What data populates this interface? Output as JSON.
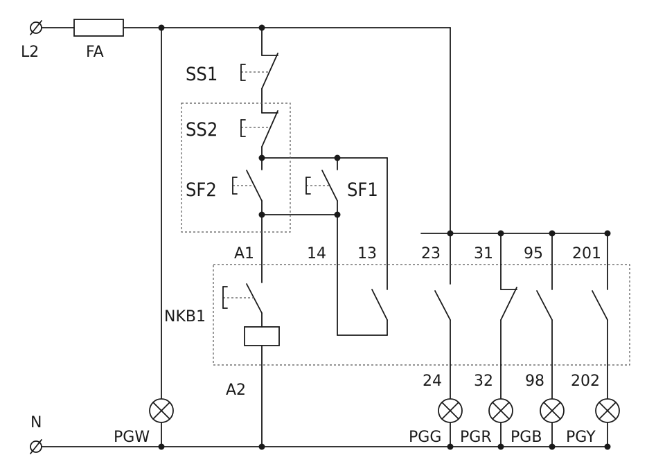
{
  "terminals": {
    "line": "L2",
    "neutral": "N"
  },
  "fuse": "FA",
  "buttons": {
    "ss1": "SS1",
    "ss2": "SS2",
    "sf2": "SF2",
    "sf1": "SF1"
  },
  "device": {
    "name": "NKB1",
    "pins": {
      "a1": "A1",
      "a2": "A2",
      "p14": "14",
      "p13": "13",
      "p23": "23",
      "p24": "24",
      "p31": "31",
      "p32": "32",
      "p95": "95",
      "p98": "98",
      "p201": "201",
      "p202": "202"
    }
  },
  "lamps": {
    "pgw": "PGW",
    "pgg": "PGG",
    "pgr": "PGR",
    "pgb": "PGB",
    "pgy": "PGY"
  }
}
